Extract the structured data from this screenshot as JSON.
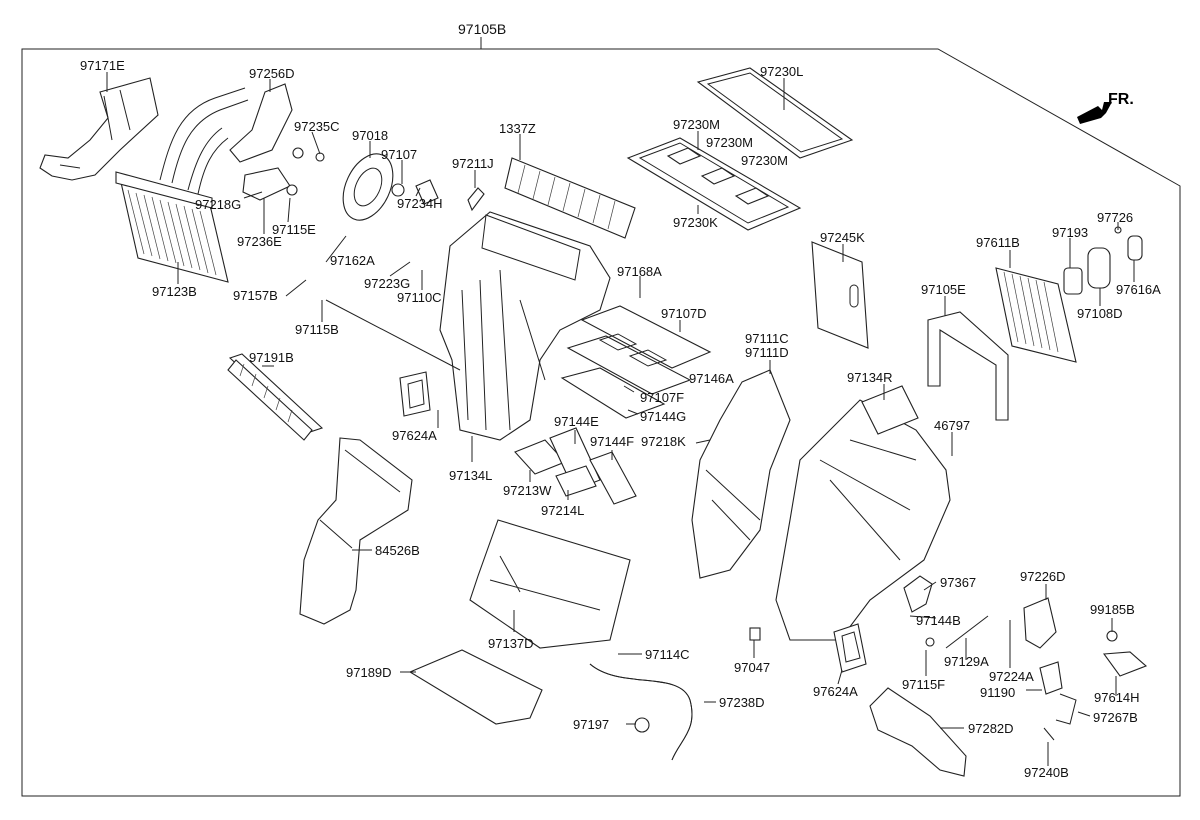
{
  "assembly_label": "97105B",
  "direction_label": "FR.",
  "parts": {
    "p97171E": "97171E",
    "p97256D": "97256D",
    "p97235C": "97235C",
    "p97018": "97018",
    "p97107": "97107",
    "p97211J": "97211J",
    "p1337Z": "1337Z",
    "p97230L": "97230L",
    "p97230M_a": "97230M",
    "p97230M_b": "97230M",
    "p97230M_c": "97230M",
    "p97230K": "97230K",
    "p97218G": "97218G",
    "p97115E": "97115E",
    "p97236E": "97236E",
    "p97234H": "97234H",
    "p97726": "97726",
    "p97193": "97193",
    "p97611B": "97611B",
    "p97616A": "97616A",
    "p97245K": "97245K",
    "p97108D": "97108D",
    "p97105E": "97105E",
    "p97123B": "97123B",
    "p97157B": "97157B",
    "p97162A": "97162A",
    "p97223G": "97223G",
    "p97110C": "97110C",
    "p97168A": "97168A",
    "p97115B": "97115B",
    "p97107D": "97107D",
    "p97111C": "97111C",
    "p97111D": "97111D",
    "p97146A": "97146A",
    "p97134R": "97134R",
    "p97191B": "97191B",
    "p97107F": "97107F",
    "p97144G": "97144G",
    "p97624A_a": "97624A",
    "p97144E": "97144E",
    "p97144F": "97144F",
    "p97218K": "97218K",
    "p46797": "46797",
    "p97134L": "97134L",
    "p97213W": "97213W",
    "p97214L": "97214L",
    "p84526B": "84526B",
    "p97367": "97367",
    "p97226D": "97226D",
    "p97137D": "97137D",
    "p97144B": "97144B",
    "p99185B": "99185B",
    "p97114C": "97114C",
    "p97047": "97047",
    "p97129A": "97129A",
    "p97224A": "97224A",
    "p97189D": "97189D",
    "p97624A_b": "97624A",
    "p97115F": "97115F",
    "p91190": "91190",
    "p97614H": "97614H",
    "p97238D": "97238D",
    "p97197": "97197",
    "p97267B": "97267B",
    "p97282D": "97282D",
    "p97240B": "97240B"
  }
}
